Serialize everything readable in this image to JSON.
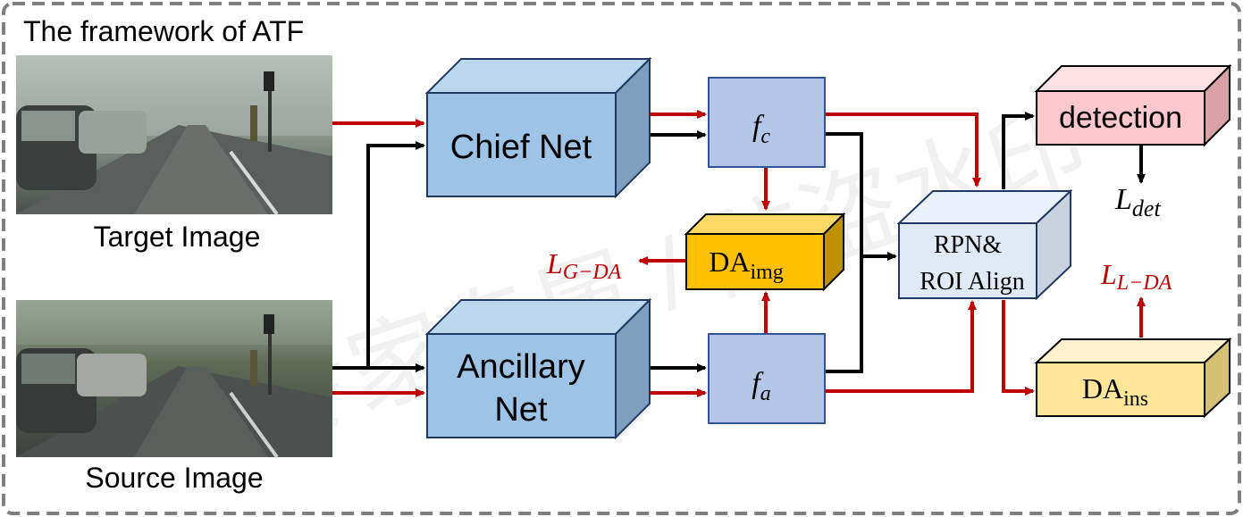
{
  "title": "The framework of ATF",
  "images": {
    "target_caption": "Target Image",
    "source_caption": "Source Image"
  },
  "nets": {
    "chief": "Chief Net",
    "ancillary_line1": "Ancillary",
    "ancillary_line2": "Net"
  },
  "features": {
    "fc_base": "f",
    "fc_sub": "c",
    "fa_base": "f",
    "fa_sub": "a"
  },
  "da_img": {
    "base": "DA",
    "sub": "img"
  },
  "da_ins": {
    "base": "DA",
    "sub": "ins"
  },
  "rpn": {
    "line1": "RPN&",
    "line2": "ROI Align"
  },
  "detection": "detection",
  "losses": {
    "det_base": "L",
    "det_sub": "det",
    "gda_base": "L",
    "gda_sub": "G−DA",
    "lda_base": "L",
    "lda_sub": "L−DA"
  },
  "watermark": "专家专属 / 防盗水印",
  "colors": {
    "red_arrow": "#c00000",
    "black_arrow": "#000000",
    "net_front": "#9dc3e6",
    "net_top": "#bdd7ee",
    "net_side": "#7f9fbf",
    "feature_box": "#b4c7e7",
    "da_img_front": "#ffc000",
    "da_ins_front": "#ffe699",
    "detection_front": "#ffc7ce",
    "rpn_front": "#deebf7",
    "frame": "#7f7f7f"
  }
}
